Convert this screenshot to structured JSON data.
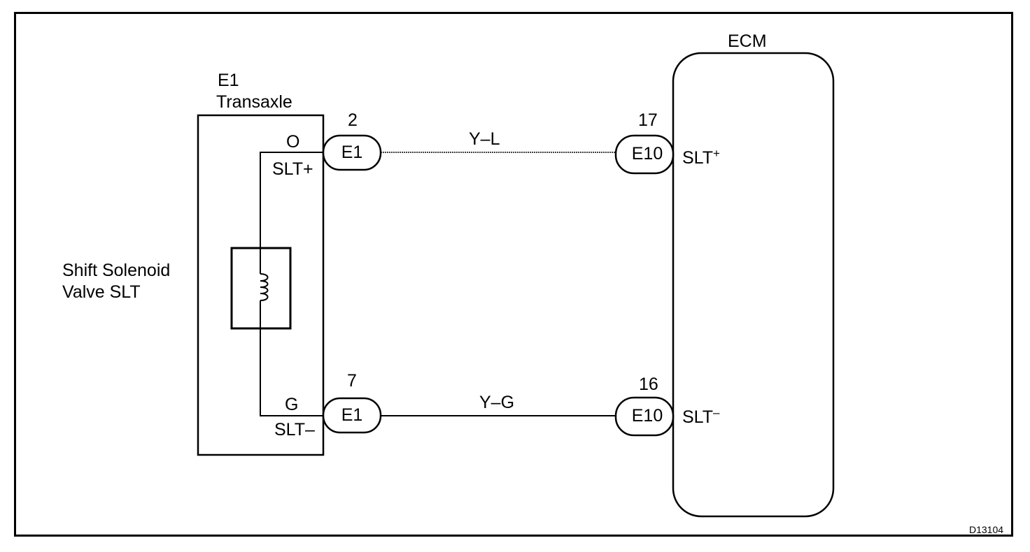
{
  "ecm": {
    "label": "ECM"
  },
  "transaxle": {
    "line1": "E1",
    "line2": "Transaxle"
  },
  "solenoid": {
    "line1": "Shift Solenoid",
    "line2": "Valve SLT"
  },
  "left_pins": {
    "top": {
      "wire_color": "O",
      "name": "SLT+"
    },
    "bottom": {
      "wire_color": "G",
      "name": "SLT–"
    }
  },
  "connectors": {
    "e1_top": {
      "id": "E1",
      "pin": "2"
    },
    "e1_bottom": {
      "id": "E1",
      "pin": "7"
    },
    "e10_top": {
      "id": "E10",
      "pin": "17"
    },
    "e10_bottom": {
      "id": "E10",
      "pin": "16"
    }
  },
  "wires": {
    "top": {
      "color_code": "Y–L"
    },
    "bottom": {
      "color_code": "Y–G"
    }
  },
  "ecm_pins": {
    "top": {
      "base": "SLT",
      "sup": "+"
    },
    "bottom": {
      "base": "SLT",
      "sup": "–"
    }
  },
  "diagram_id": "D13104"
}
